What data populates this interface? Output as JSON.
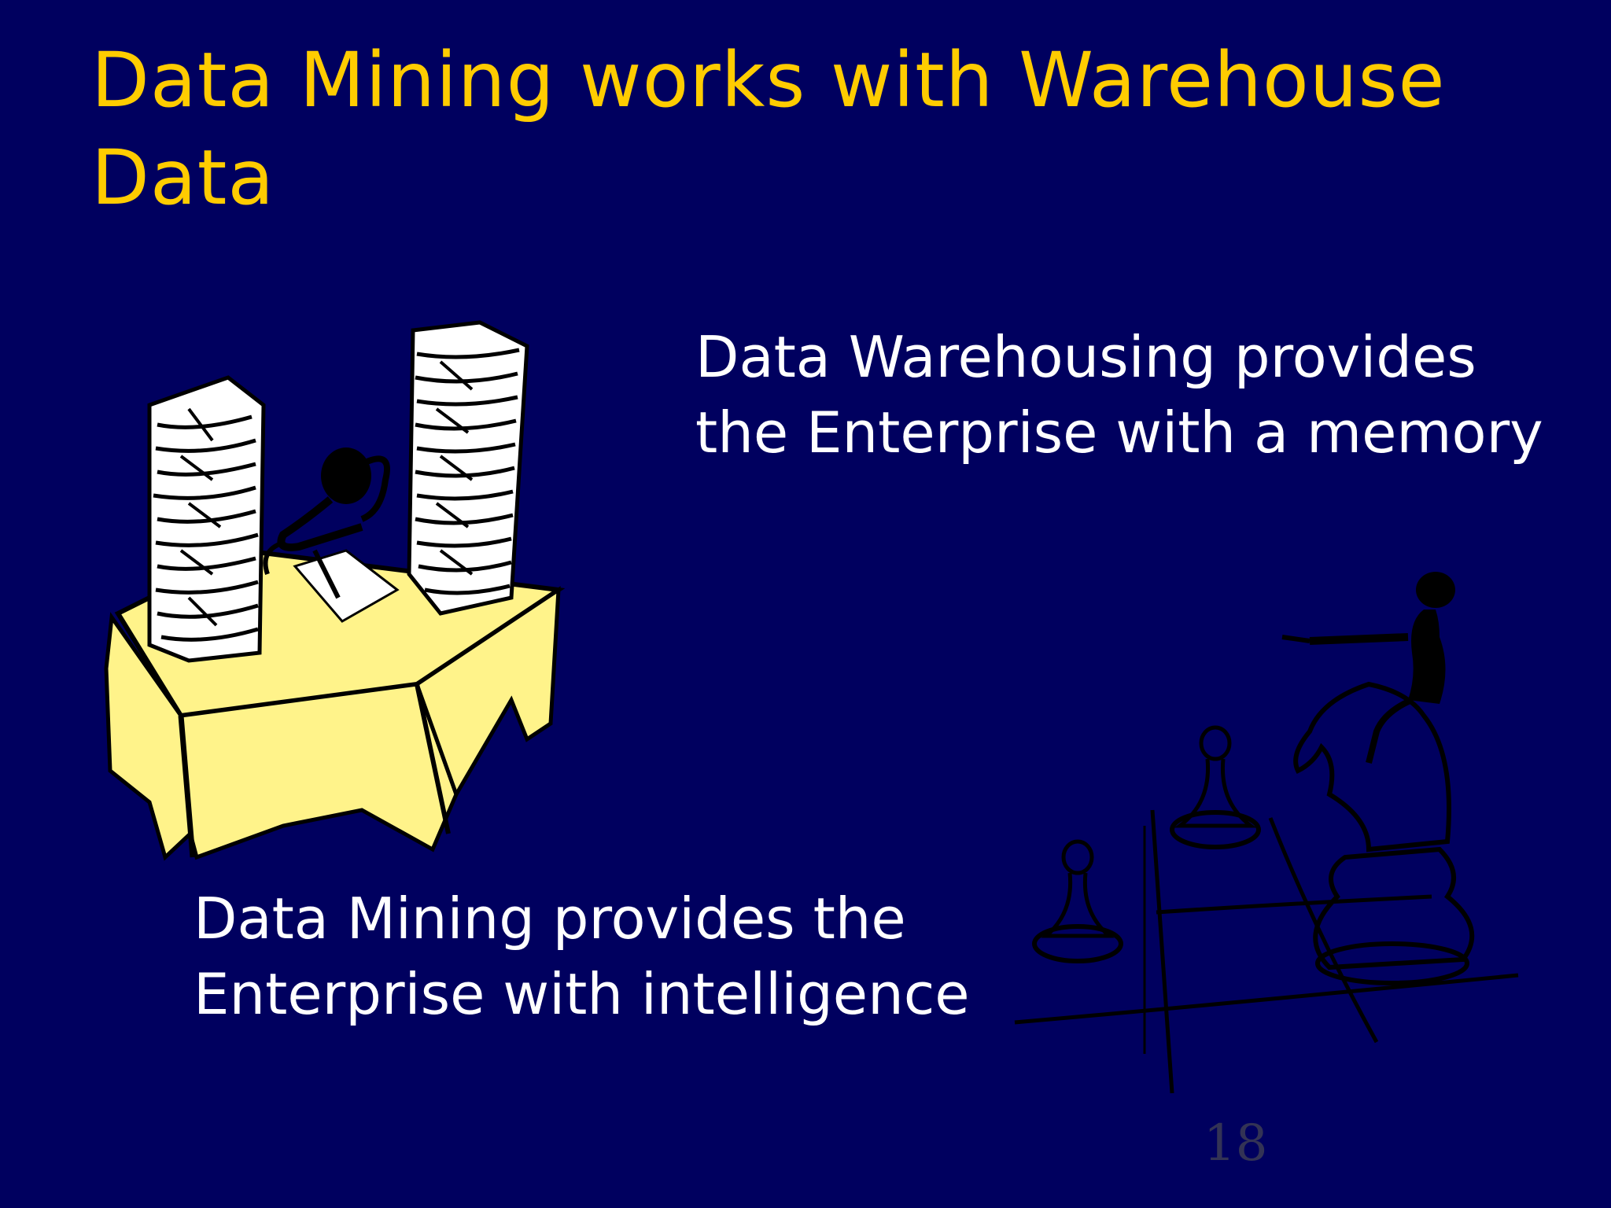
{
  "slide": {
    "title": "Data Mining works with Warehouse Data",
    "warehouse_text": "Data Warehousing provides the Enterprise with a memory",
    "mining_text": "Data Mining provides the Enterprise with intelligence",
    "page_number": "18"
  },
  "images": {
    "desk_clipart": "person-at-desk-with-paper-stacks",
    "chess_clipart": "person-riding-chess-knight-with-pawns"
  },
  "colors": {
    "background": "#00005f",
    "title": "#ffcc00",
    "text": "#ffffff",
    "desk": "#fff38a"
  }
}
